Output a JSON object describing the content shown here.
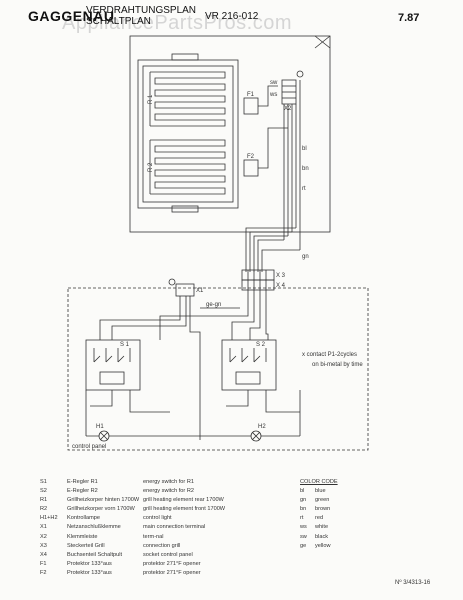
{
  "header": {
    "brand": "GAGGENAU",
    "doc_title_line1": "VERDRAHTUNGSPLAN",
    "doc_title_line2": "SCHALTPLAN",
    "doc_number": "VR 216-012",
    "version": "7.87",
    "watermark": "AppliancePartsPros.com"
  },
  "diagram": {
    "labels": {
      "r1": "R 1",
      "r2": "R 2",
      "h1": "H1",
      "h2": "H2",
      "x1": "X1",
      "x2": "X2",
      "x3": "X 3",
      "x4": "X 4",
      "f1": "F1",
      "f2": "F2",
      "s1": "S 1",
      "s2": "S 2",
      "ge_gn": "ge-gn",
      "control_panel": "control panel",
      "note": "x  contact  P1-2cycles",
      "note2": "on bi-metal by time"
    },
    "wire_colors": {
      "ws": "ws",
      "sw": "sw",
      "bl": "bl",
      "bn": "bn",
      "rt": "rt",
      "gn": "gn"
    }
  },
  "legend": {
    "items": [
      {
        "code": "S1",
        "de": "E-Regler R1",
        "en": "energy  switch for R1"
      },
      {
        "code": "S2",
        "de": "E-Regler R2",
        "en": "energy  switch for R2"
      },
      {
        "code": "R1",
        "de": "Grillheizkorper hinten 1700W",
        "en": "grill heating element rear 1700W"
      },
      {
        "code": "R2",
        "de": "Grillheizkorper vorn 1700W",
        "en": "grill heating element front 1700W"
      },
      {
        "code": "H1+H2",
        "de": "Kontrollampe",
        "en": "control light"
      },
      {
        "code": "X1",
        "de": "Netzanschlußklemme",
        "en": "main connection terminal"
      },
      {
        "code": "X2",
        "de": "Klemmleiste",
        "en": "term-nal"
      },
      {
        "code": "X3",
        "de": "Steckerteil Grill",
        "en": "connection grill"
      },
      {
        "code": "X4",
        "de": "Buchsenteil Schaltpult",
        "en": "socket control panel"
      },
      {
        "code": "F1",
        "de": "Protektor 133°aus",
        "en": "protektor 271°F opener"
      },
      {
        "code": "F2",
        "de": "Protektor 133°aus",
        "en": "protektor 271°F opener"
      }
    ]
  },
  "color_code": {
    "title": "COLOR CODE",
    "items": [
      {
        "abbr": "bl",
        "name": "blue"
      },
      {
        "abbr": "gn",
        "name": "green"
      },
      {
        "abbr": "bn",
        "name": "brown"
      },
      {
        "abbr": "rt",
        "name": "red"
      },
      {
        "abbr": "ws",
        "name": "white"
      },
      {
        "abbr": "sw",
        "name": "black"
      },
      {
        "abbr": "ge",
        "name": "yellow"
      }
    ]
  },
  "footer": {
    "ref": "Nº 3/4313-16"
  }
}
